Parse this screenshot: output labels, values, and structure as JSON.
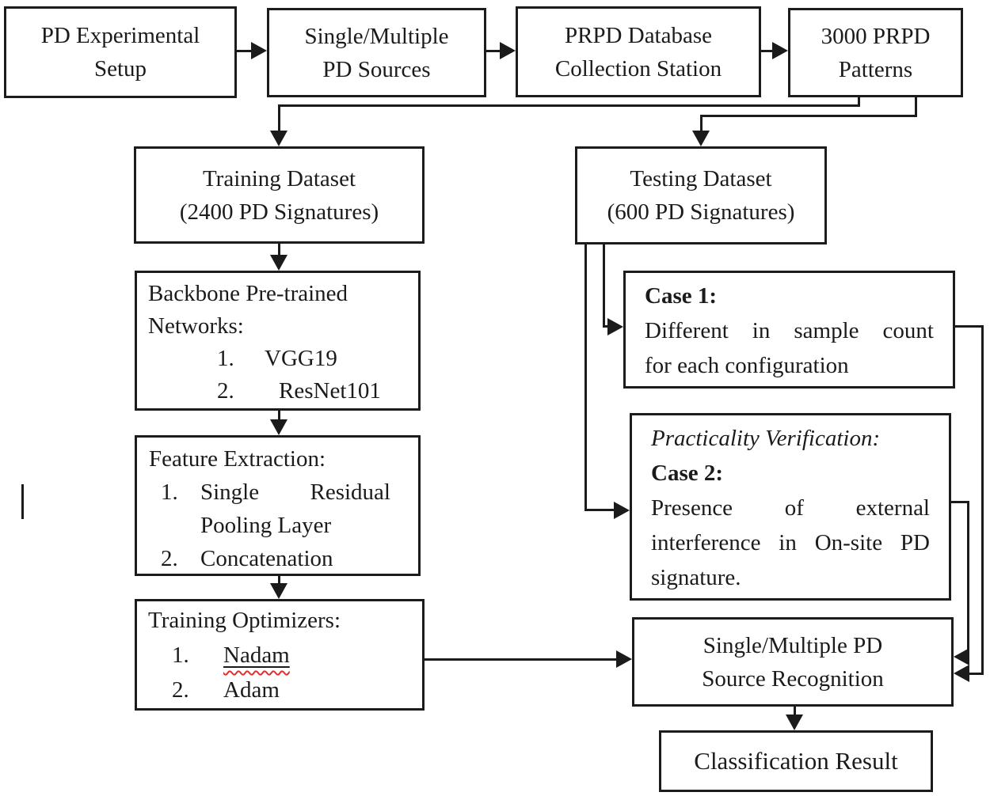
{
  "colors": {
    "ink": "#1b1b1b",
    "background": "#ffffff",
    "spellcheck_wave": "#e0312e"
  },
  "nodes": {
    "pd_setup": {
      "lines": [
        "PD Experimental",
        "Setup"
      ]
    },
    "pd_sources": {
      "lines": [
        "Single/Multiple",
        "PD Sources"
      ]
    },
    "prpd_station": {
      "lines": [
        "PRPD Database",
        "Collection Station"
      ]
    },
    "prpd_patterns": {
      "lines": [
        "3000 PRPD",
        "Patterns"
      ]
    },
    "training_dataset": {
      "lines": [
        "Training Dataset",
        "(2400 PD Signatures)"
      ]
    },
    "testing_dataset": {
      "lines": [
        "Testing Dataset",
        "(600 PD Signatures)"
      ]
    },
    "backbone": {
      "heading_lines": [
        "Backbone Pre-trained",
        "Networks:"
      ],
      "items": [
        {
          "num": "1.",
          "label": "VGG19"
        },
        {
          "num": "2.",
          "label": "ResNet101"
        }
      ]
    },
    "case1": {
      "title": "Case 1:",
      "body_line1": "Different in sample count",
      "body_line2": "for each configuration"
    },
    "feature_extraction": {
      "heading": "Feature Extraction:",
      "item1_num": "1.",
      "item1_word_a": "Single",
      "item1_word_b": "Residual",
      "item1_line2": "Pooling Layer",
      "item2_num": "2.",
      "item2_label": "Concatenation"
    },
    "case2": {
      "subtitle": "Practicality Verification:",
      "title": "Case 2:",
      "body_line1": "Presence of external",
      "body_line2": "interference in On-site PD",
      "body_line3": "signature."
    },
    "optimizers": {
      "heading": "Training Optimizers:",
      "items": [
        {
          "num": "1.",
          "label": "Nadam"
        },
        {
          "num": "2.",
          "label": "Adam"
        }
      ]
    },
    "recognition": {
      "lines": [
        "Single/Multiple PD",
        "Source Recognition"
      ]
    },
    "classification": {
      "label": "Classification Result"
    }
  }
}
